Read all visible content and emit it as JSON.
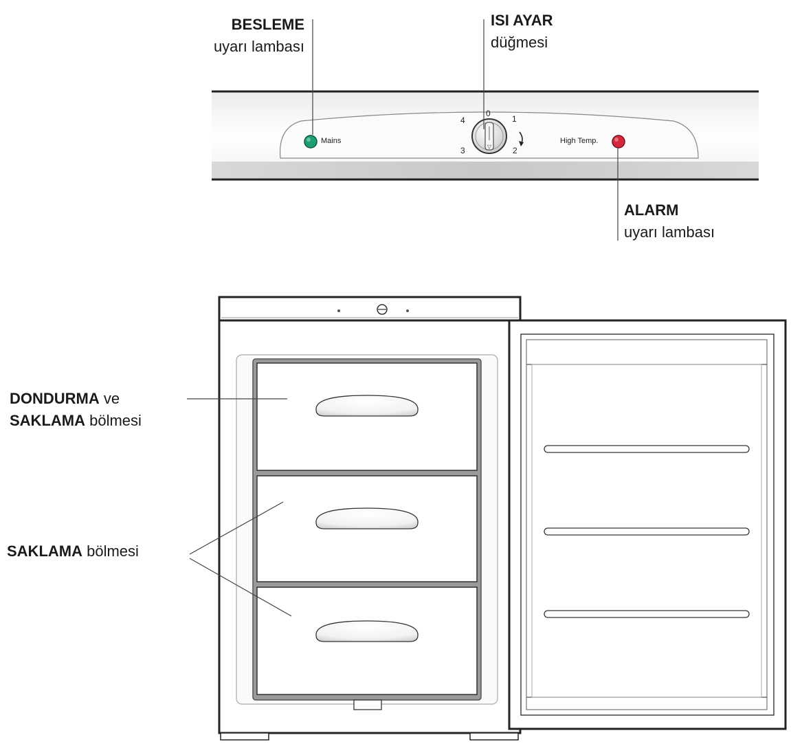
{
  "callouts": {
    "mains_light": {
      "title": "BESLEME",
      "subtitle": "uyarı lambası"
    },
    "thermostat_knob": {
      "title": "ISI AYAR",
      "subtitle": "düğmesi"
    },
    "alarm_light": {
      "title": "ALARM",
      "subtitle": "uyarı lambası"
    },
    "freezer_compartment": {
      "line1_bold": "DONDURMA",
      "line1_rest": " ve",
      "line2_bold": "SAKLAMA",
      "line2_rest": " bölmesi"
    },
    "storage_compartment": {
      "bold": "SAKLAMA",
      "rest": " bölmesi"
    }
  },
  "control_panel": {
    "mains_label": "Mains",
    "high_temp_label": "High Temp.",
    "dial_numbers": [
      "0",
      "1",
      "2",
      "3",
      "4"
    ],
    "mains_color": "#1f9e72",
    "alarm_color": "#d4283c"
  }
}
